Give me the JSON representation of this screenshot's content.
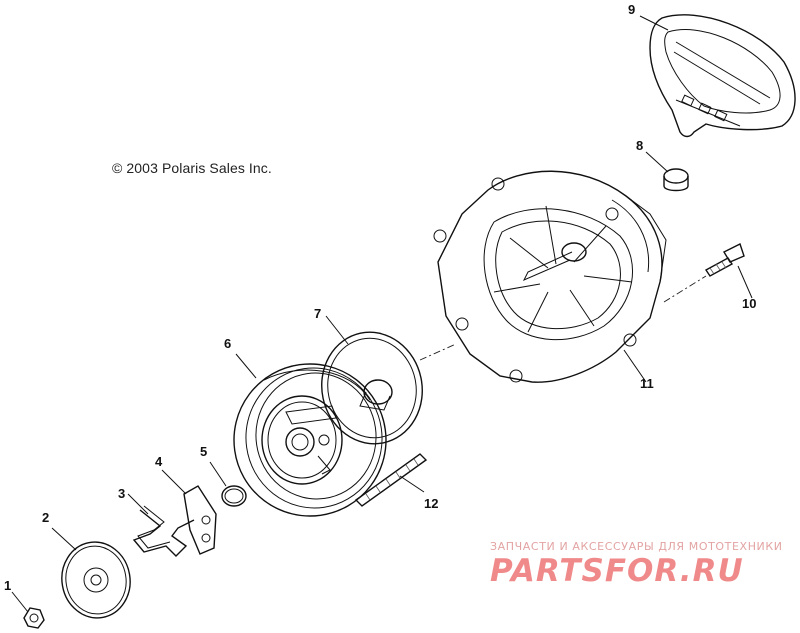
{
  "copyright": "© 2003 Polaris Sales Inc.",
  "callouts": [
    "1",
    "2",
    "3",
    "4",
    "5",
    "6",
    "7",
    "8",
    "9",
    "10",
    "11",
    "12"
  ],
  "watermark": {
    "tagline": "ЗАПЧАСТИ И АКСЕССУАРЫ ДЛЯ МОТОТЕХНИКИ",
    "logo": "PARTSFOR.RU"
  },
  "colors": {
    "line": "#111111",
    "watermark": "#f08a8a",
    "background": "#ffffff"
  }
}
